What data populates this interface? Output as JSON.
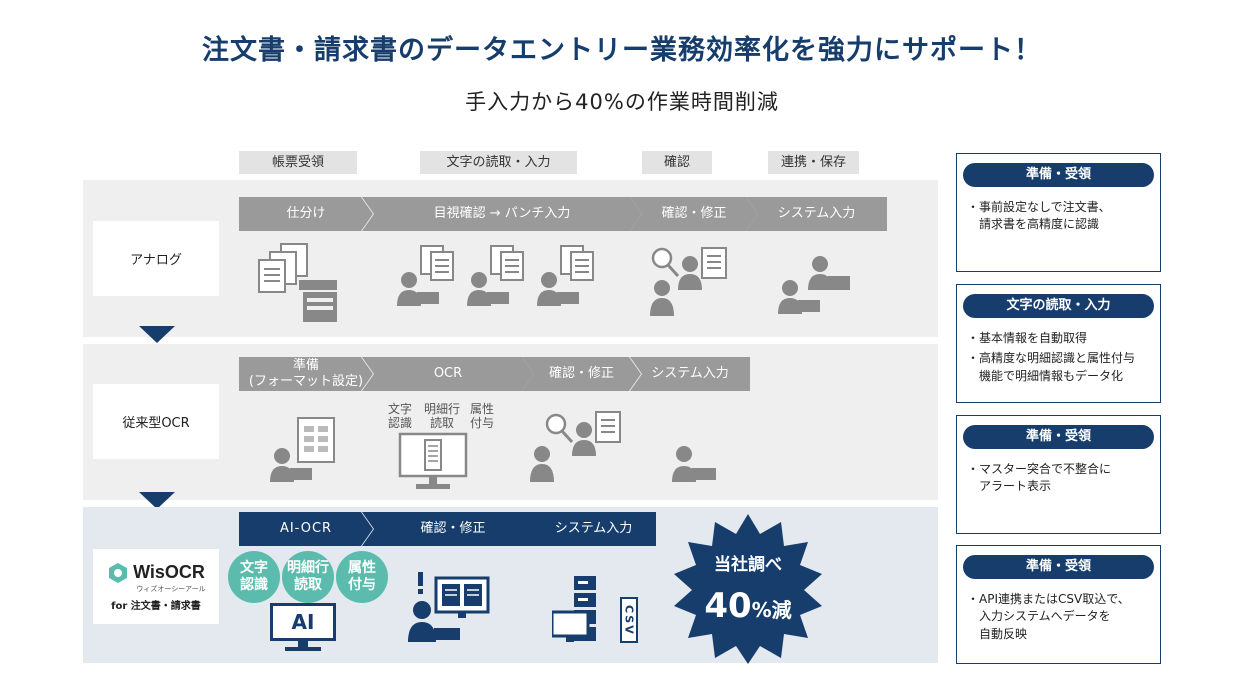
{
  "header": {
    "title": "注文書・請求書のデータエントリー業務効率化を強力にサポート！",
    "subtitle": "手入力から40%の作業時間削減"
  },
  "categories": [
    "帳票受領",
    "文字の読取・入力",
    "確認",
    "連携・保存"
  ],
  "rows": {
    "analog": {
      "label": "アナログ",
      "steps": [
        "仕分け",
        "目視確認 → パンチ入力",
        "確認・修正",
        "システム入力"
      ]
    },
    "conventional": {
      "label": "従来型OCR",
      "steps": [
        "準備\n(フォーマット設定)",
        "OCR",
        "確認・修正",
        "システム入力"
      ],
      "ocr_items": [
        "文字\n認識",
        "明細行\n読取",
        "属性\n付与"
      ]
    },
    "wisocr": {
      "logo_name": "WisOCR",
      "logo_kana": "ウィズオーシーアール",
      "logo_sub": "for 注文書・請求書",
      "steps": [
        "AI-OCR",
        "確認・修正",
        "システム入力"
      ],
      "badges": [
        "文字\n認識",
        "明細行\n読取",
        "属性\n付与"
      ],
      "ai_label": "AI",
      "csv_label": "CSV",
      "star_line1": "当社調べ",
      "star_big": "40",
      "star_unit": "%減"
    }
  },
  "panels": [
    {
      "title": "準備・受領",
      "items": [
        "・事前設定なしで注文書、\n 請求書を高精度に認識"
      ]
    },
    {
      "title": "文字の読取・入力",
      "items": [
        "・基本情報を自動取得",
        "・高精度な明細認識と属性付与\n 機能で明細情報もデータ化"
      ]
    },
    {
      "title": "準備・受領",
      "items": [
        "・マスター突合で不整合に\n アラート表示"
      ]
    },
    {
      "title": "準備・受領",
      "items": [
        "・API連携またはCSV取込で、\n 入力システムへデータを\n 自動反映"
      ]
    }
  ],
  "colors": {
    "navy": "#163d6b",
    "gray": "#9a9a9a",
    "teal": "#5bbcae",
    "band": "#efefef",
    "band_blue": "#e4e9f0"
  }
}
